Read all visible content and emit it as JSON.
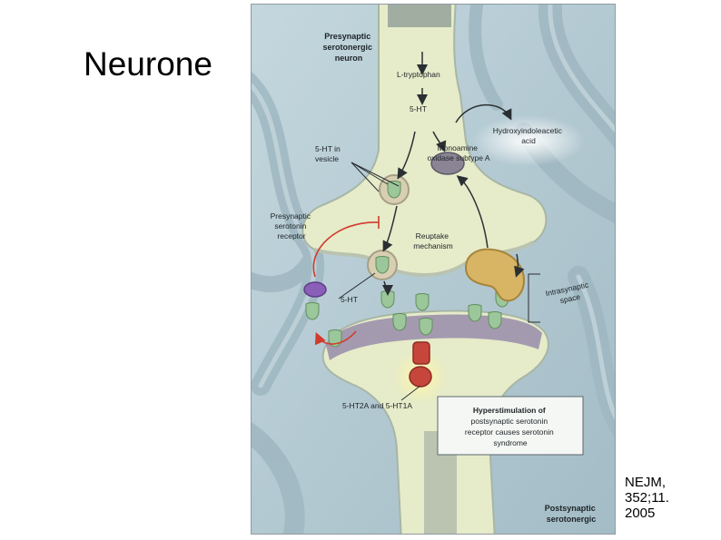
{
  "slide": {
    "title": "Neurone",
    "citation": "NEJM,\n352;11.\n2005"
  },
  "diagram": {
    "labels": {
      "presynaptic_neuron": [
        "Presynaptic",
        "serotonergic",
        "neuron"
      ],
      "tryptophan": "L-tryptophan",
      "ht_top": "5-HT",
      "hiaa": [
        "Hydroxyindoleacetic",
        "acid"
      ],
      "mao": [
        "Monoamine",
        "oxidase subtype A"
      ],
      "vesicle": [
        "5-HT in",
        "vesicle"
      ],
      "presynaptic_receptor": [
        "Presynaptic",
        "serotonin",
        "receptor"
      ],
      "reuptake": [
        "Reuptake",
        "mechanism"
      ],
      "ht_synapse": "5-HT",
      "intrasynaptic": [
        "Intrasynaptic",
        "space"
      ],
      "receptor_types": "5-HT2A and 5-HT1A",
      "callout": [
        "Hyperstimulation of",
        "postsynaptic serotonin",
        "receptor causes serotonin",
        "syndrome"
      ],
      "postsynaptic_neuron": [
        "Postsynaptic",
        "serotonergic"
      ]
    },
    "colors": {
      "background": "#b3cad3",
      "neuron_fill": "#e6ebc9",
      "membrane": "#8d7fa6",
      "serotonin": "#9cc79a",
      "transporter": "#d8b465",
      "postsynaptic_receptor": "#c7463b",
      "presynaptic_receptor": "#8a5fb8",
      "inhibit_arrow": "#d23a2c"
    }
  }
}
